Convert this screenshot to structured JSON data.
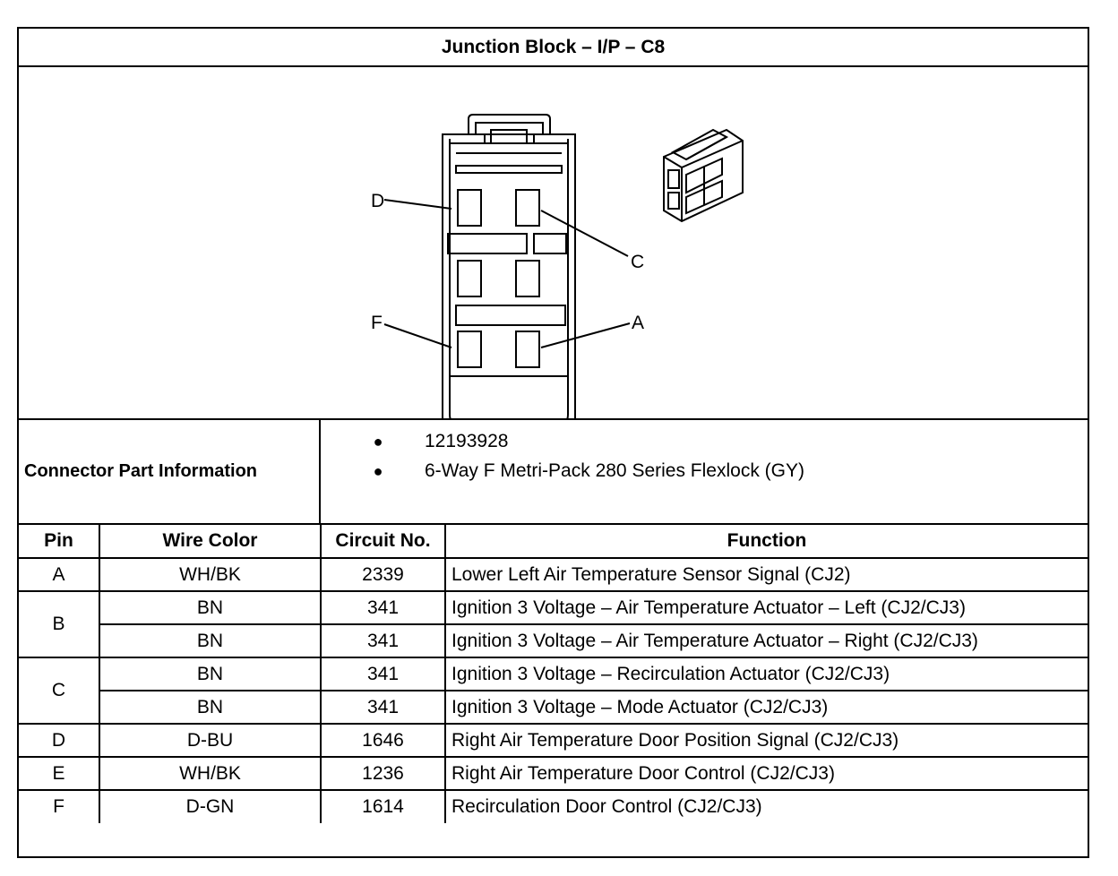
{
  "title": "Junction Block – I/P – C8",
  "diagram": {
    "pin_labels": {
      "d": "D",
      "c": "C",
      "f": "F",
      "a": "A"
    }
  },
  "connector_info": {
    "label": "Connector Part Information",
    "items": [
      "12193928",
      "6-Way F Metri-Pack 280 Series Flexlock (GY)"
    ]
  },
  "table": {
    "headers": {
      "pin": "Pin",
      "wire_color": "Wire Color",
      "circuit": "Circuit No.",
      "function": "Function"
    },
    "rows": [
      {
        "pin": "A",
        "wire_color": "WH/BK",
        "circuit": "2339",
        "function": "Lower Left Air Temperature Sensor Signal (CJ2)"
      },
      {
        "pin": "B",
        "wire_color": "BN",
        "circuit": "341",
        "function": "Ignition 3 Voltage – Air Temperature Actuator – Left (CJ2/CJ3)"
      },
      {
        "pin": "",
        "wire_color": "BN",
        "circuit": "341",
        "function": "Ignition 3 Voltage – Air Temperature Actuator – Right (CJ2/CJ3)"
      },
      {
        "pin": "C",
        "wire_color": "BN",
        "circuit": "341",
        "function": "Ignition 3 Voltage – Recirculation Actuator (CJ2/CJ3)"
      },
      {
        "pin": "",
        "wire_color": "BN",
        "circuit": "341",
        "function": "Ignition 3 Voltage – Mode Actuator (CJ2/CJ3)"
      },
      {
        "pin": "D",
        "wire_color": "D-BU",
        "circuit": "1646",
        "function": "Right Air Temperature Door Position Signal (CJ2/CJ3)"
      },
      {
        "pin": "E",
        "wire_color": "WH/BK",
        "circuit": "1236",
        "function": "Right Air Temperature Door Control (CJ2/CJ3)"
      },
      {
        "pin": "F",
        "wire_color": "D-GN",
        "circuit": "1614",
        "function": "Recirculation Door Control (CJ2/CJ3)"
      }
    ]
  }
}
